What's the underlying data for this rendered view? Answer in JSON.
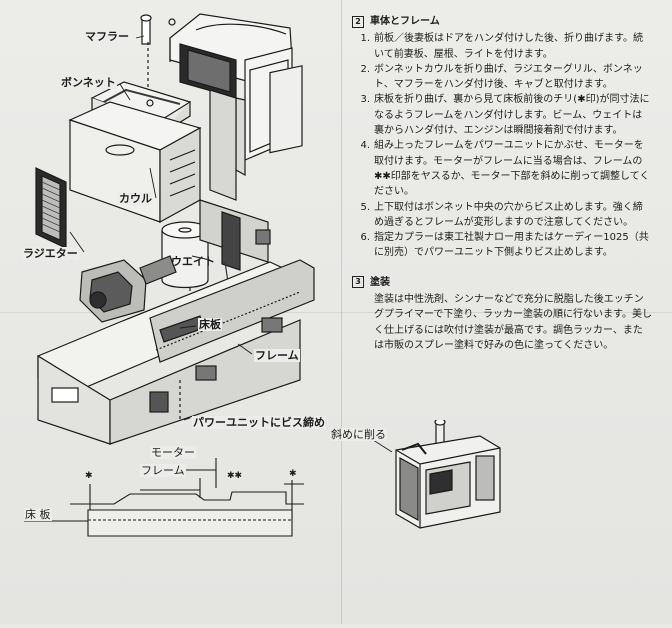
{
  "labels": {
    "muffler": "マフラー",
    "bonnet": "ボンネット",
    "cowl": "カウル",
    "radiator": "ラジエター",
    "weight": "ウエイト",
    "floor_plate": "床板",
    "frame": "フレーム",
    "power_unit_screw": "パワーユニットにビス締め",
    "motor": "モーター",
    "frame_side": "フレーム",
    "floor_side": "床 板",
    "cut_diagonal": "斜めに削る"
  },
  "section2": {
    "number": "2",
    "title": "車体とフレーム",
    "items": [
      {
        "num": "1.",
        "text": "前板／後妻板はドアをハンダ付けした後、折り曲げます。続いて前妻板、屋根、ライトを付けます。"
      },
      {
        "num": "2.",
        "text": "ボンネットカウルを折り曲げ、ラジエターグリル、ボンネット、マフラーをハンダ付け後、キャブと取付けます。"
      },
      {
        "num": "3.",
        "text": "床板を折り曲げ、裏から見て床板前後のチリ(✱印)が同寸法になるようフレームをハンダ付けします。ビーム、ウェイトは裏からハンダ付け、エンジンは瞬間接着剤で付けます。"
      },
      {
        "num": "4.",
        "text": "組み上ったフレームをパワーユニットにかぶせ、モーターを取付けます。モーターがフレームに当る場合は、フレームの✱✱印部をヤスるか、モーター下部を斜めに削って調整してください。"
      },
      {
        "num": "5.",
        "text": "上下取付はボンネット中央の穴からビス止めします。強く締め過ぎるとフレームが変形しますので注意してください。"
      },
      {
        "num": "6.",
        "text": "指定カプラーは東工社製ナロー用またはケーディー1025（共に別売）でパワーユニット下側よりビス止めします。"
      }
    ]
  },
  "section3": {
    "number": "3",
    "title": "塗装",
    "text": "塗装は中性洗剤、シンナーなどで充分に脱脂した後エッチングプライマーで下塗り、ラッカー塗装の順に行ないます。美しく仕上げるには吹付け塗装が最高です。調色ラッカー、または市販のスプレー塗料で好みの色に塗ってください。"
  },
  "marks": {
    "asterisk": "✱",
    "double_asterisk": "✱✱"
  }
}
